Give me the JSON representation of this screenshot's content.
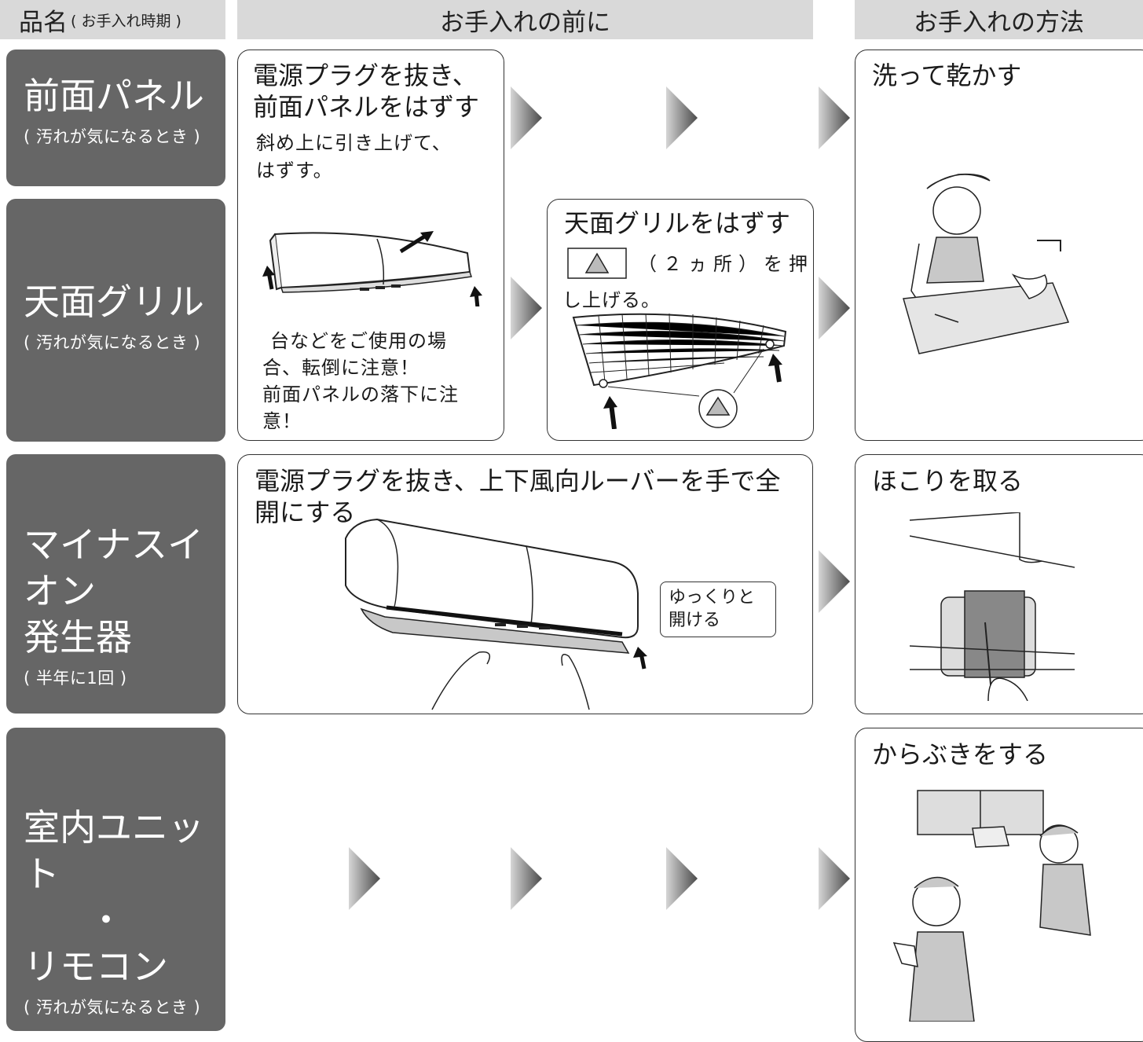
{
  "headers": {
    "item_main": "品名",
    "item_paren": "( お手入れ時期 )",
    "before": "お手入れの前に",
    "method": "お手入れの方法"
  },
  "items": [
    {
      "name": "前面パネル",
      "when": "( 汚れが気になるとき )"
    },
    {
      "name": "天面グリル",
      "when": "( 汚れが気になるとき )"
    },
    {
      "name_line1": "マイナスイオン",
      "name_line2": "発生器",
      "when": "( 半年に1回 )"
    },
    {
      "name_line1": "室内ユニット",
      "name_dot": "・",
      "name_line2": "リモコン",
      "when": "( 汚れが気になるとき )"
    }
  ],
  "before": {
    "panel": {
      "title_line1": "電源プラグを抜き、",
      "title_line2": "前面パネルをはずす",
      "desc_line1": "斜め上に引き上げて、",
      "desc_line2": "はずす。",
      "caution_line1": "台などをご使用の場",
      "caution_line2": "合、転倒に注意！",
      "caution_line3": "前面パネルの落下に注",
      "caution_line4": "意！"
    },
    "grill": {
      "title": "天面グリルをはずす",
      "desc_line1": "（２ヵ所）を押",
      "desc_line2": "し上げる。"
    },
    "ion": {
      "title_line1": "電源プラグを抜き、上下風向ルーバーを手で全",
      "title_line2": "開にする",
      "note_line1": "ゆっくりと",
      "note_line2": "開ける"
    }
  },
  "method": {
    "panel": "洗って乾かす",
    "ion": "ほこりを取る",
    "unit": "からぶきをする"
  },
  "colors": {
    "header_bg": "#d9d9d9",
    "item_bg": "#666666",
    "border": "#333333"
  }
}
